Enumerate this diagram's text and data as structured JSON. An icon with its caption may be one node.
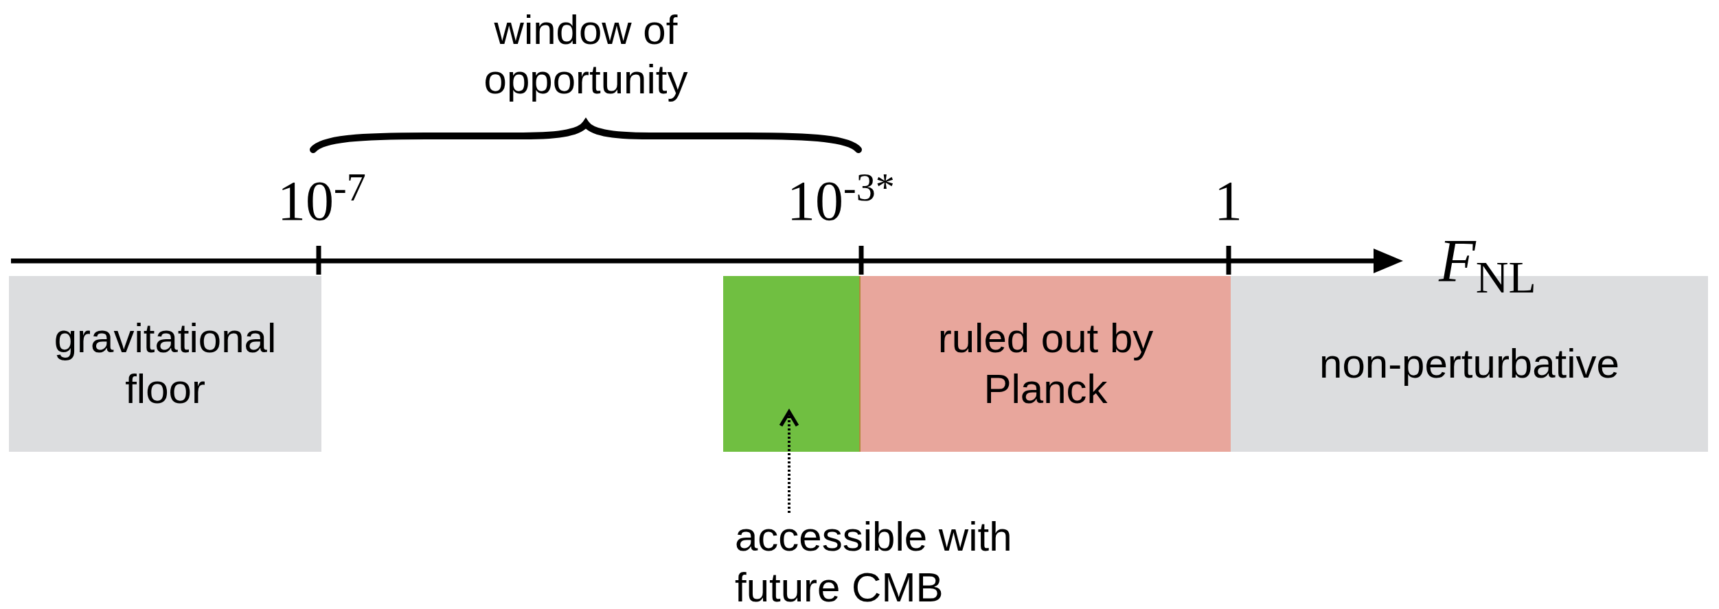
{
  "diagram": {
    "nodes": [
      {
        "text": [
          "gravitational floor"
        ]
      },
      {
        "text": [],
        "shape": "box"
      },
      {
        "text": [
          "ruled out by Planck"
        ]
      },
      {
        "text": [
          "non-perturbative"
        ]
      },
      {
        "text": [
          "accessible with future CMB"
        ]
      }
    ],
    "edges": [
      {
        "from": 4,
        "to": 1,
        "arrow": "to",
        "style": "dashed"
      }
    ],
    "labels": [
      "window of opportunity",
      "10$^{-7}$",
      "10$^{-3*}$",
      "1",
      "*F*$_{NL}$"
    ]
  }
}
